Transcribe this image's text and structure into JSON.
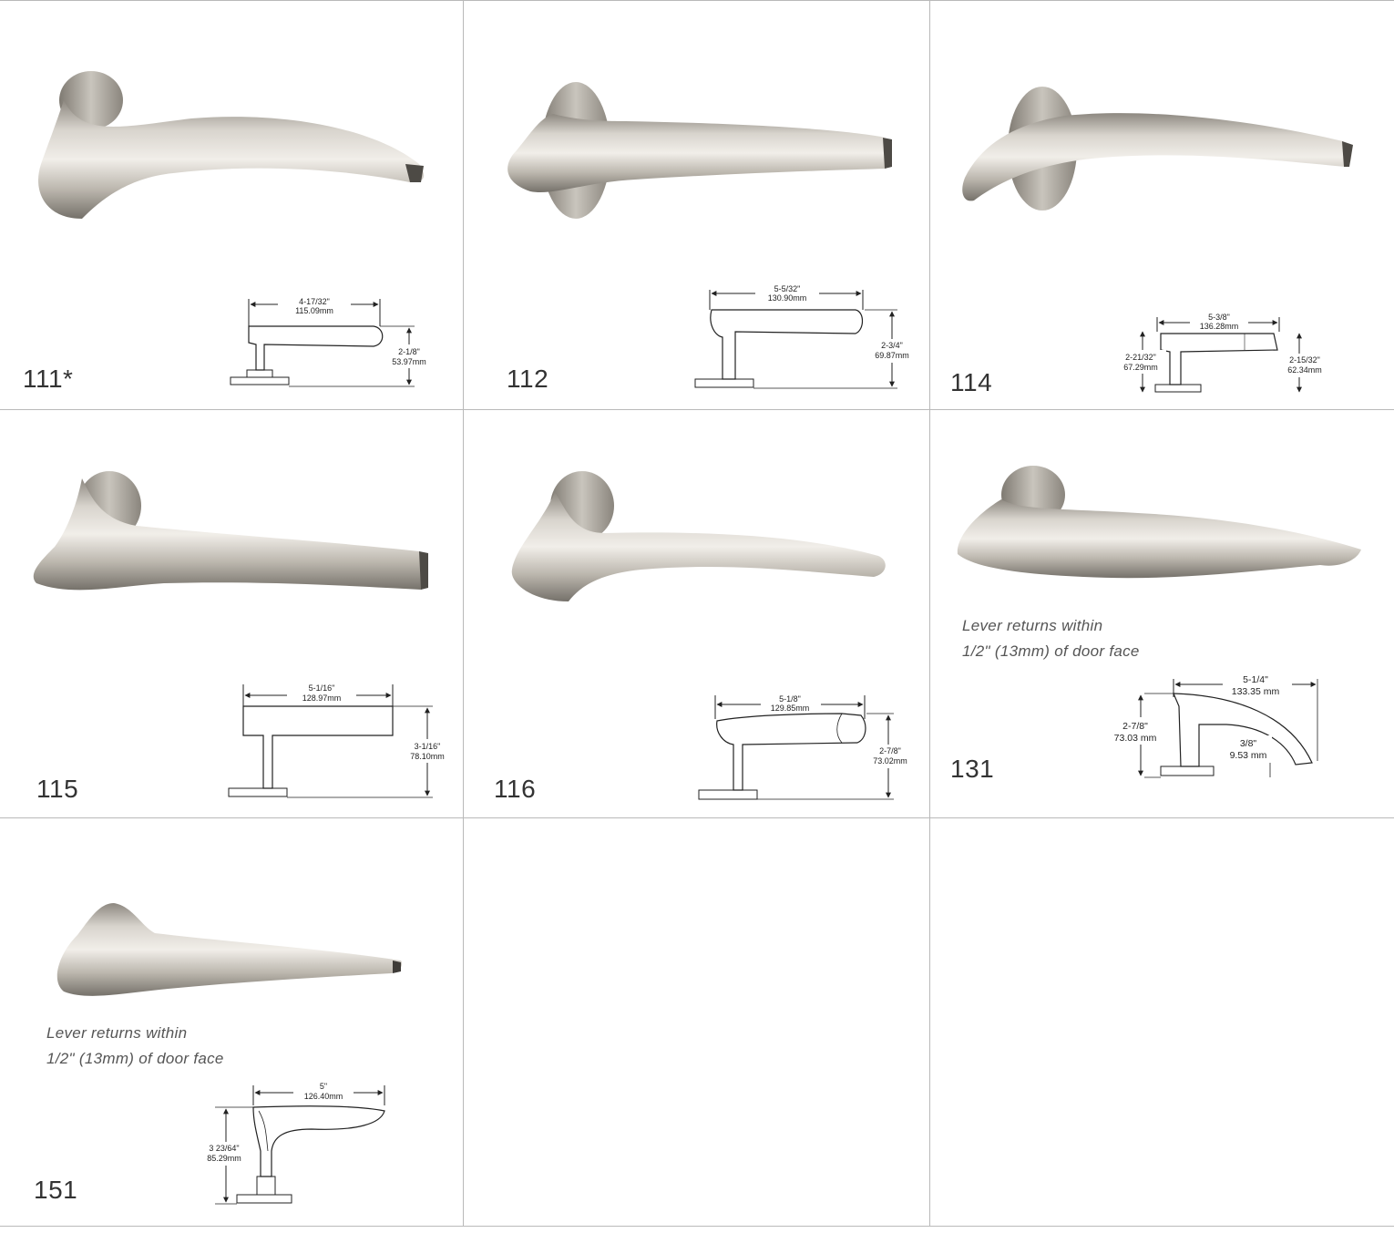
{
  "products": [
    {
      "model": "111*",
      "width_in": "4-17/32\"",
      "width_mm": "115.09mm",
      "height_in": "2-1/8\"",
      "height_mm": "53.97mm"
    },
    {
      "model": "112",
      "width_in": "5-5/32\"",
      "width_mm": "130.90mm",
      "height_in": "2-3/4\"",
      "height_mm": "69.87mm"
    },
    {
      "model": "114",
      "width_in": "5-3/8\"",
      "width_mm": "136.28mm",
      "left_in": "2-21/32\"",
      "left_mm": "67.29mm",
      "right_in": "2-15/32\"",
      "right_mm": "62.34mm"
    },
    {
      "model": "115",
      "width_in": "5-1/16\"",
      "width_mm": "128.97mm",
      "height_in": "3-1/16\"",
      "height_mm": "78.10mm"
    },
    {
      "model": "116",
      "width_in": "5-1/8\"",
      "width_mm": "129.85mm",
      "height_in": "2-7/8\"",
      "height_mm": "73.02mm"
    },
    {
      "model": "131",
      "note_line1": "Lever returns within",
      "note_line2": "1/2\" (13mm) of door face",
      "width_in": "5-1/4\"",
      "width_mm": "133.35 mm",
      "height_in": "2-7/8\"",
      "height_mm": "73.03 mm",
      "return_in": "3/8\"",
      "return_mm": "9.53 mm"
    },
    {
      "model": "151",
      "note_line1": "Lever returns within",
      "note_line2": "1/2\" (13mm) of door face",
      "width_in": "5\"",
      "width_mm": "126.40mm",
      "height_in": "3 23/64\"",
      "height_mm": "85.29mm"
    }
  ],
  "colors": {
    "grid_line": "#b9b9b9",
    "finish_light": "#e9e6e0",
    "finish_mid": "#bdb8ae",
    "finish_dark": "#6e6a63"
  }
}
